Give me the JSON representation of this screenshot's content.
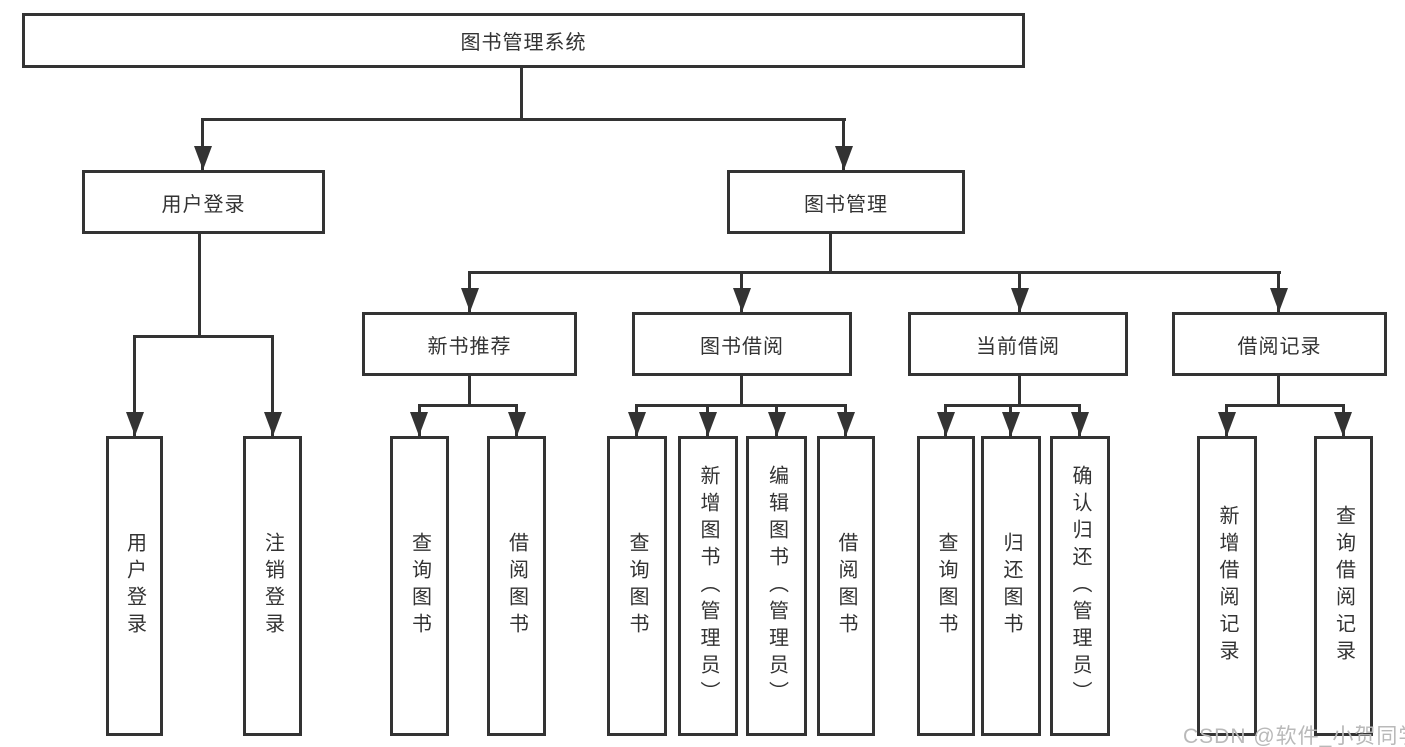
{
  "diagram": {
    "title": "图书管理系统",
    "branches": [
      {
        "label": "用户登录",
        "leaves": [
          {
            "label": "用户登录"
          },
          {
            "label": "注销登录"
          }
        ]
      },
      {
        "label": "图书管理",
        "groups": [
          {
            "label": "新书推荐",
            "leaves": [
              {
                "label": "查询图书"
              },
              {
                "label": "借阅图书"
              }
            ]
          },
          {
            "label": "图书借阅",
            "leaves": [
              {
                "label": "查询图书"
              },
              {
                "label": "新增图书（管理员）"
              },
              {
                "label": "编辑图书（管理员）"
              },
              {
                "label": "借阅图书"
              }
            ]
          },
          {
            "label": "当前借阅",
            "leaves": [
              {
                "label": "查询图书"
              },
              {
                "label": "归还图书"
              },
              {
                "label": "确认归还（管理员）"
              }
            ]
          },
          {
            "label": "借阅记录",
            "leaves": [
              {
                "label": "新增借阅记录"
              },
              {
                "label": "查询借阅记录"
              }
            ]
          }
        ]
      }
    ]
  },
  "watermark": {
    "text": "CSDN @软件_小贺同学"
  },
  "colors": {
    "line": "#333333",
    "text": "#333333",
    "bg": "#ffffff",
    "watermark": "#b9b9b9"
  }
}
